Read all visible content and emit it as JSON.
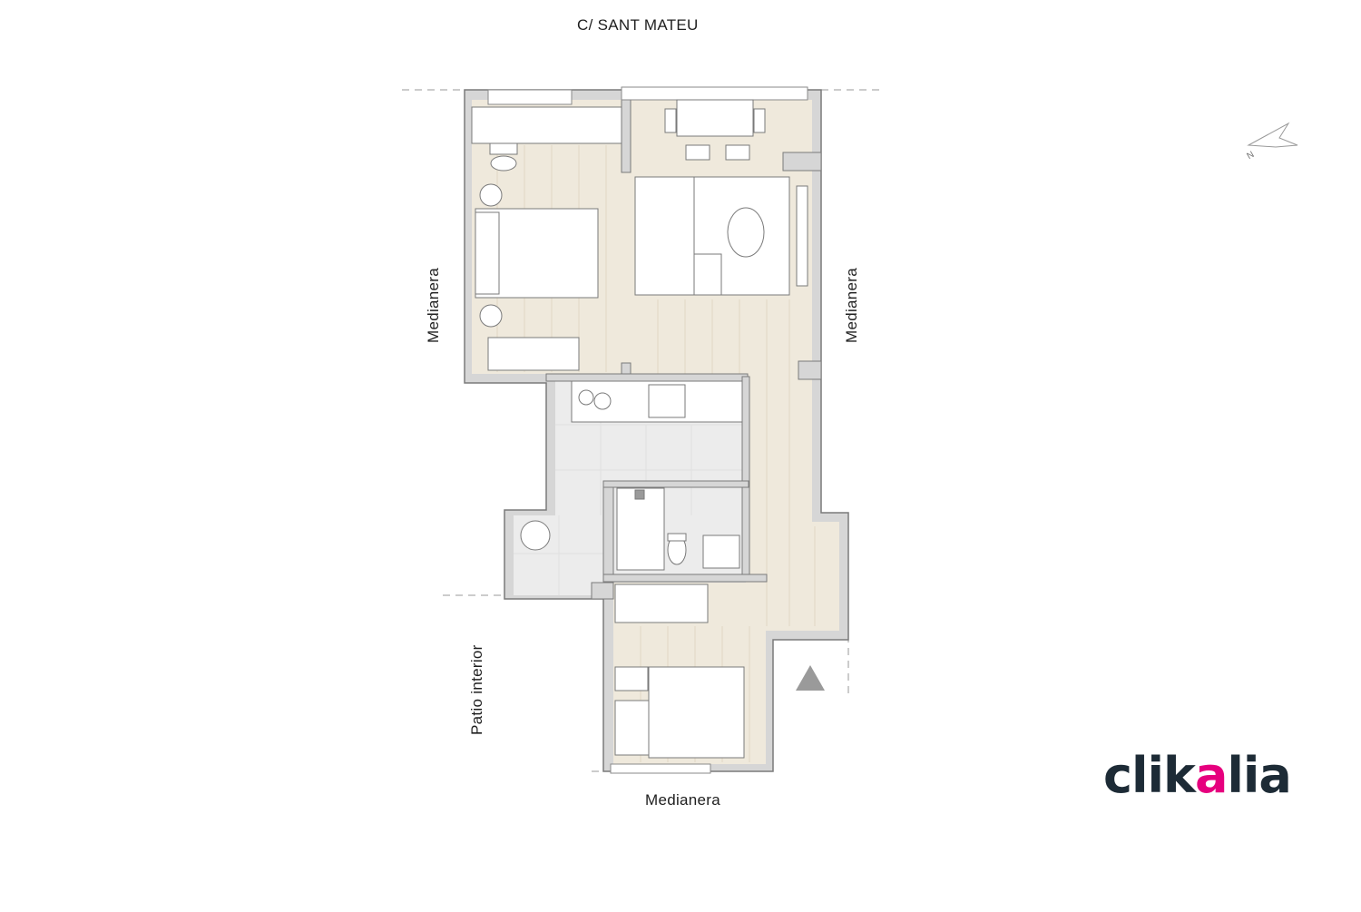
{
  "labels": {
    "street": "C/ SANT MATEU",
    "left_wall": "Medianera",
    "right_wall": "Medianera",
    "bottom_wall": "Medianera",
    "patio": "Patio interior"
  },
  "compass": {
    "letter": "N"
  },
  "logo": {
    "prefix": "clik",
    "accent": "a",
    "suffix": "lia"
  },
  "colors": {
    "wall": "#7a7a7a",
    "wall_fill": "#d6d6d6",
    "wood_floor": "#efe9dc",
    "tile_floor": "#ececec",
    "brand": "#1d2b36",
    "brand_accent": "#e6007e"
  }
}
